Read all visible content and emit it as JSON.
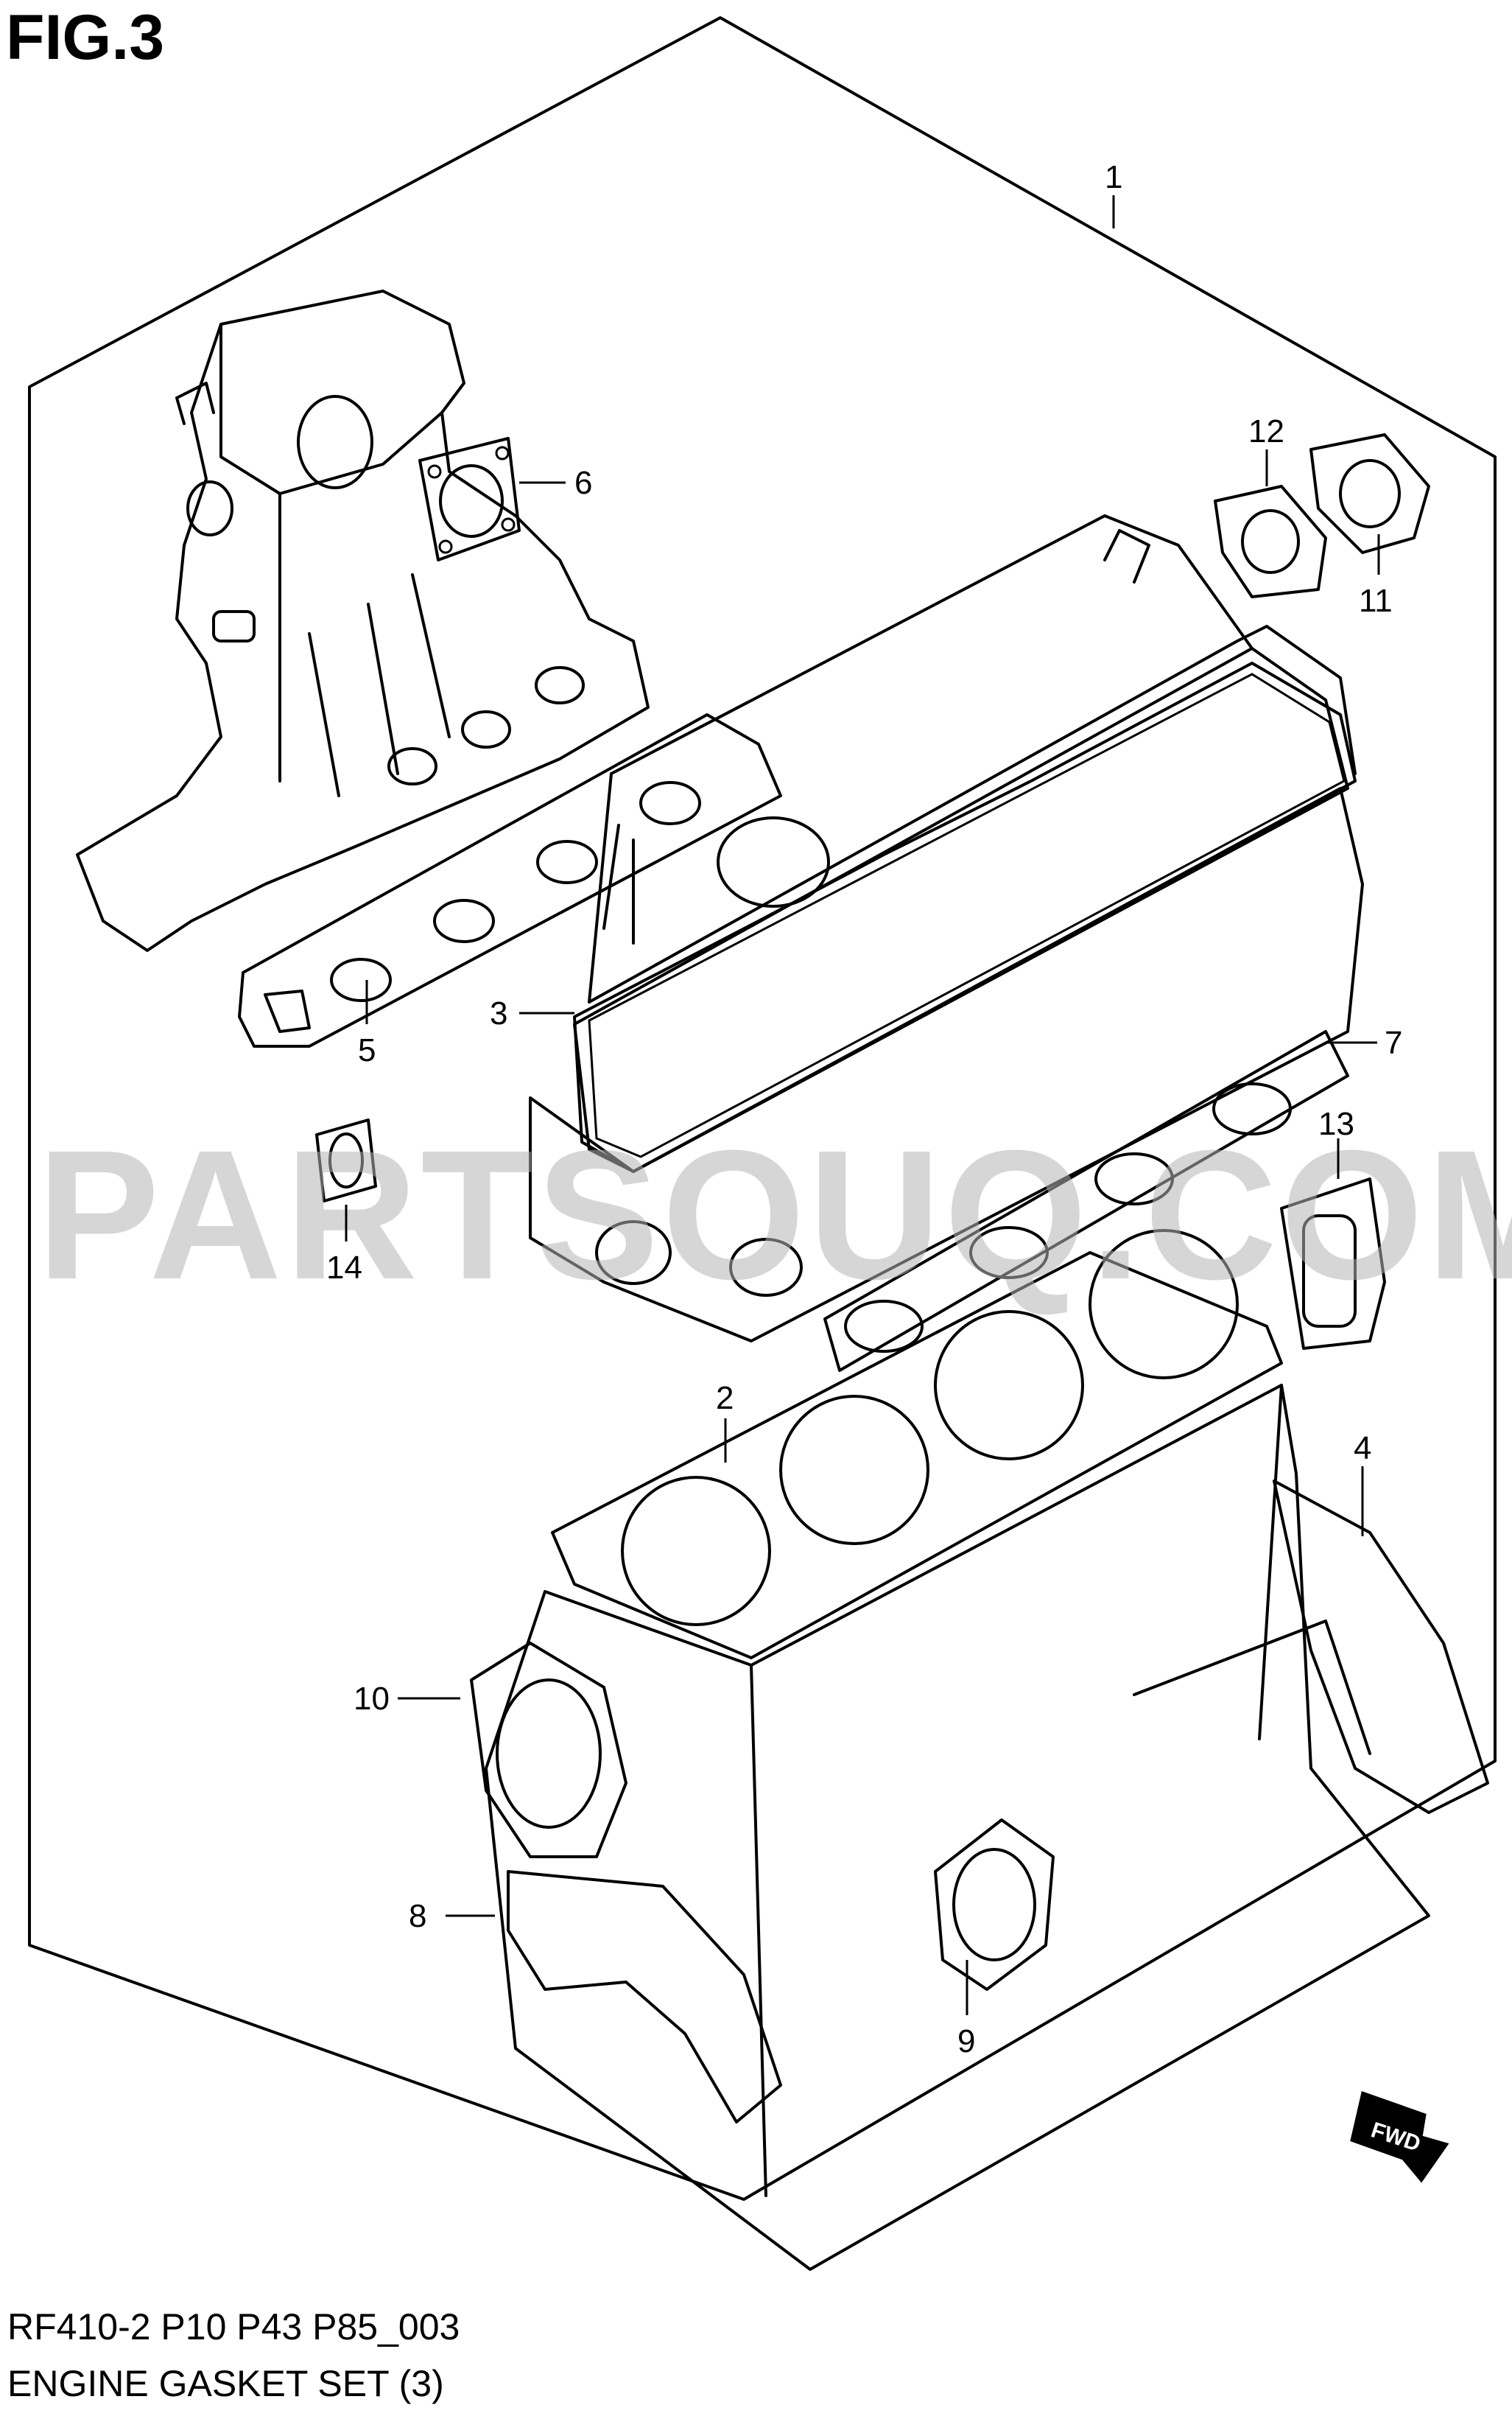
{
  "figure": {
    "title": "FIG.3"
  },
  "watermark": "PARTSOUQ.COM",
  "footer": {
    "code": "RF410-2 P10 P43 P85_003",
    "name": "ENGINE GASKET SET (3)"
  },
  "callouts": [
    {
      "id": "c1",
      "text": "1"
    },
    {
      "id": "c2",
      "text": "2"
    },
    {
      "id": "c3",
      "text": "3"
    },
    {
      "id": "c4",
      "text": "4"
    },
    {
      "id": "c5",
      "text": "5"
    },
    {
      "id": "c6",
      "text": "6"
    },
    {
      "id": "c7",
      "text": "7"
    },
    {
      "id": "c8",
      "text": "8"
    },
    {
      "id": "c9",
      "text": "9"
    },
    {
      "id": "c10",
      "text": "10"
    },
    {
      "id": "c11",
      "text": "11"
    },
    {
      "id": "c12",
      "text": "12"
    },
    {
      "id": "c13",
      "text": "13"
    },
    {
      "id": "c14",
      "text": "14"
    }
  ],
  "fwd_label": "FWD"
}
